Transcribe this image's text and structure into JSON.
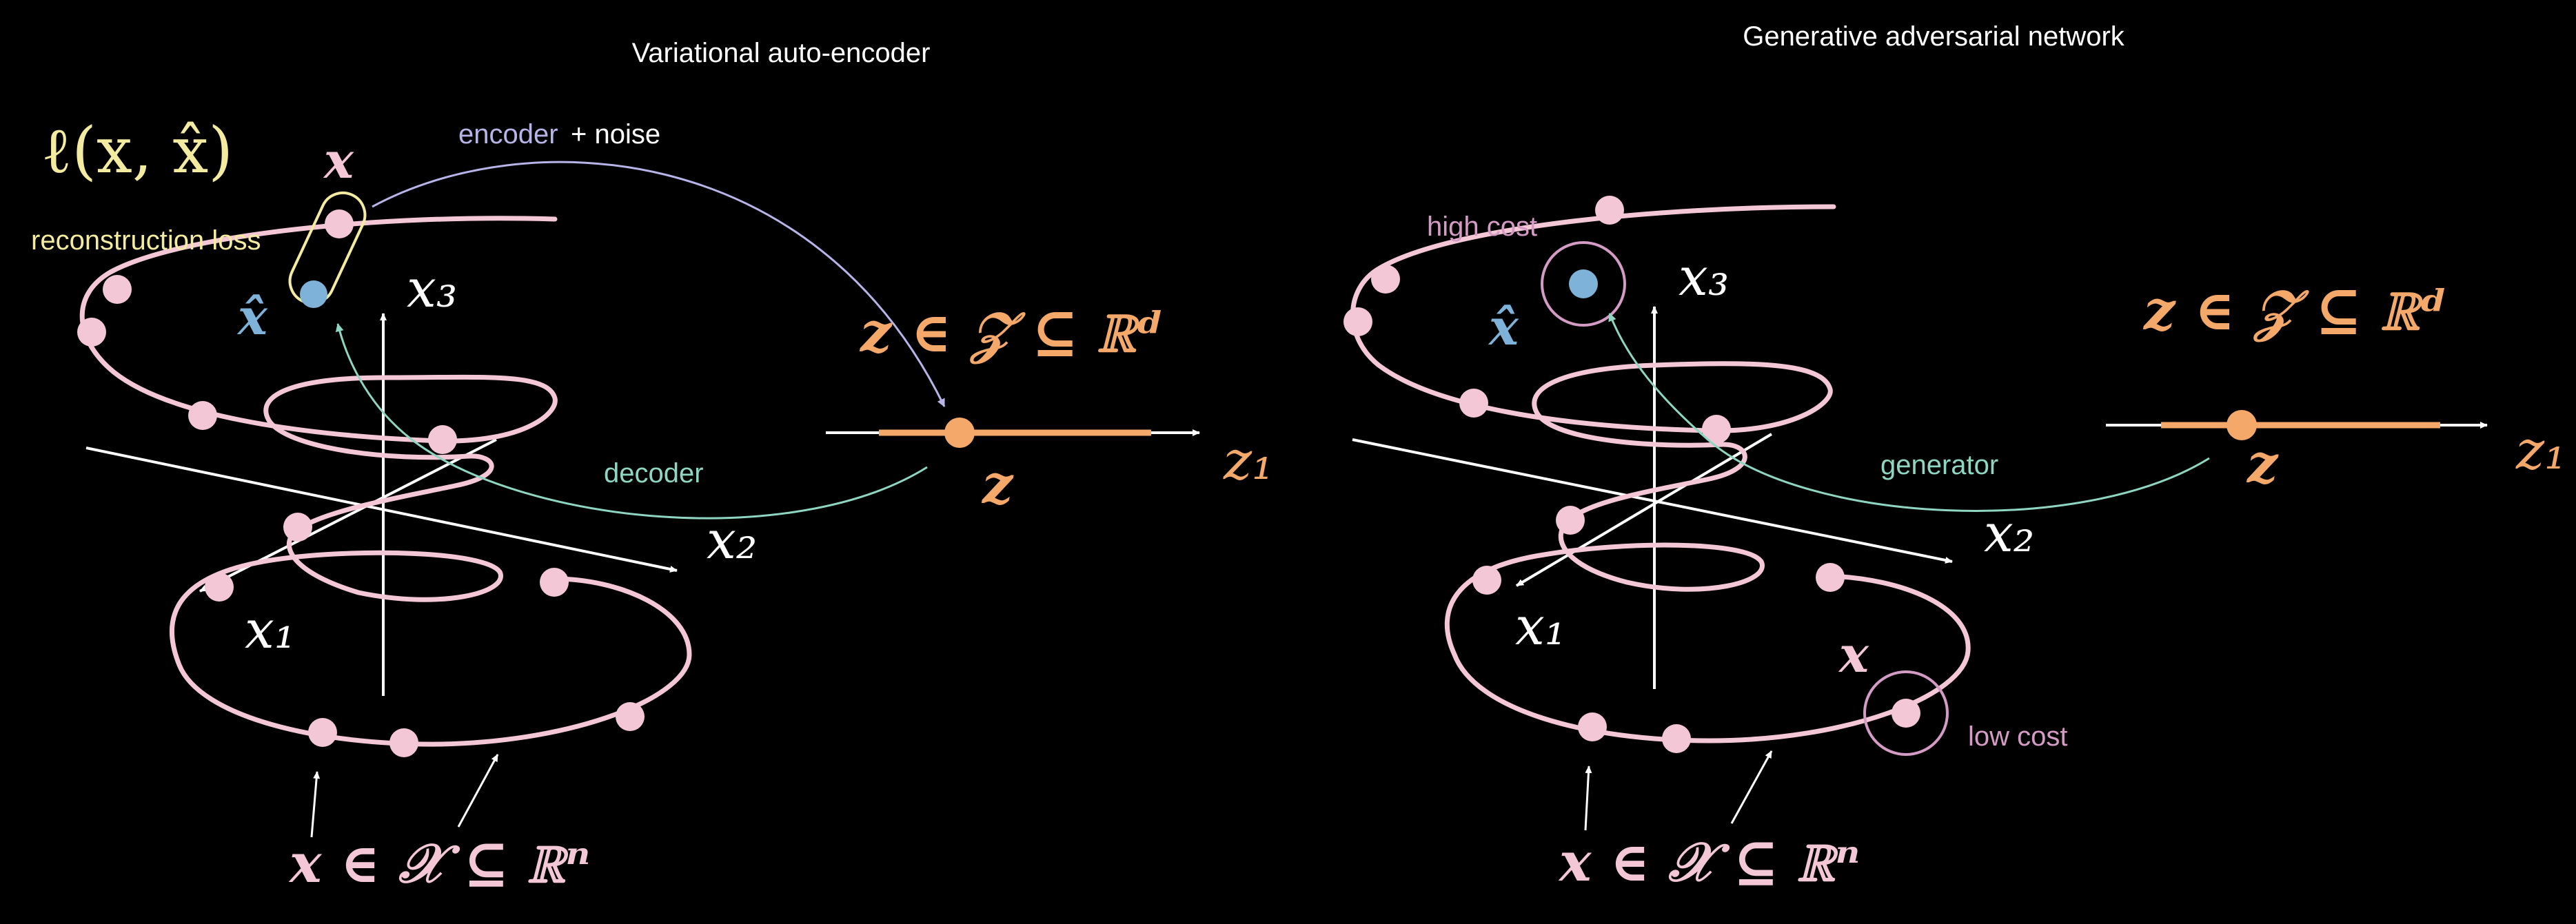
{
  "colors": {
    "background": "#000000",
    "manifold": "#f4c7d6",
    "latent": "#f4a86a",
    "reconstruction": "#f3eba0",
    "encoder_arrow": "#b7b4e8",
    "decoder_arrow": "#8fd6c2",
    "cost_ring": "#d49bc4",
    "xhat": "#7fb2d8",
    "axis": "#ffffff"
  },
  "vae": {
    "title": "Variational auto-encoder",
    "loss_formula": "ℓ(x, x̂)",
    "reconstruction_label": "reconstruction loss",
    "encoder_label_a": "encoder",
    "encoder_label_b": "+ noise",
    "decoder_label": "decoder",
    "x_label": "x",
    "xhat_label": "x̂",
    "x1": "x₁",
    "x2": "x₂",
    "x3": "x₃",
    "data_space": "x ∈ 𝒳 ⊆ ℝⁿ",
    "latent_space": "z ∈ 𝒵 ⊆ ℝᵈ",
    "z_label": "z",
    "z1": "z₁"
  },
  "gan": {
    "title": "Generative adversarial network",
    "high_cost_label": "high cost",
    "low_cost_label": "low cost",
    "generator_label": "generator",
    "x_label": "x",
    "xhat_label": "x̂",
    "x1": "x₁",
    "x2": "x₂",
    "x3": "x₃",
    "data_space": "x ∈ 𝒳 ⊆ ℝⁿ",
    "latent_space": "z ∈ 𝒵 ⊆ ℝᵈ",
    "z_label": "z",
    "z1": "z₁"
  }
}
